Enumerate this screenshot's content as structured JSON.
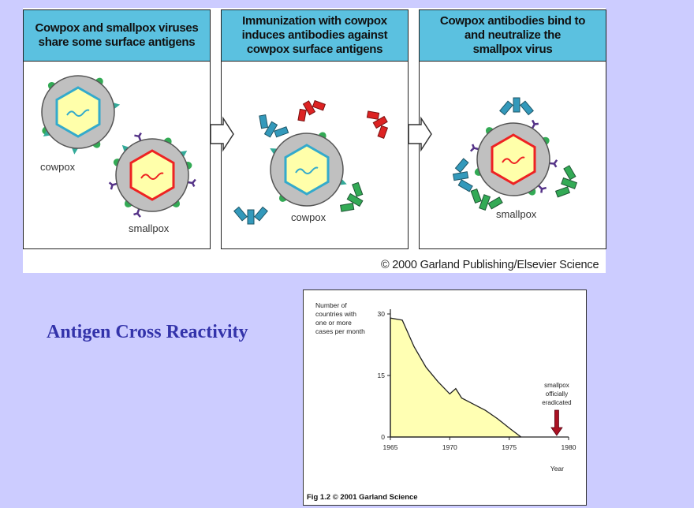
{
  "figure": {
    "panels": [
      {
        "line1": "Cowpox and smallpox viruses",
        "line2": "share some surface antigens",
        "line3": ""
      },
      {
        "line1": "Immunization with cowpox",
        "line2": "induces antibodies against",
        "line3": "cowpox surface antigens"
      },
      {
        "line1": "Cowpox antibodies bind to",
        "line2": "and neutralize the",
        "line3": "smallpox virus"
      }
    ],
    "labels": {
      "cowpox": "cowpox",
      "smallpox": "smallpox"
    },
    "credit": "© 2000 Garland Publishing/Elsevier Science",
    "colors": {
      "header": "#5bc1e0",
      "cowpox_capsid": "#33aacc",
      "smallpox_capsid": "#ee2222",
      "core": "#ffffaa",
      "envelope": "#c0c0c0",
      "antibody_blue": "#3399bb",
      "antibody_red": "#dd2222",
      "antibody_green": "#33aa55"
    }
  },
  "slide_title": "Antigen Cross Reactivity",
  "chart_data": {
    "type": "area",
    "ylabel_lines": [
      "Number of",
      "countries with",
      "one or more",
      "cases per month"
    ],
    "xlabel": "Year",
    "x_ticks": [
      "1965",
      "1970",
      "1975",
      "1980"
    ],
    "y_ticks": [
      "0",
      "15",
      "30"
    ],
    "xlim": [
      1965,
      1980
    ],
    "ylim": [
      0,
      30
    ],
    "x": [
      1965,
      1966,
      1967,
      1968,
      1969,
      1970,
      1970.5,
      1971,
      1972,
      1973,
      1974,
      1975,
      1976
    ],
    "values": [
      29,
      28.5,
      22,
      17,
      13.5,
      10.5,
      11.8,
      9.5,
      8,
      6.5,
      4.5,
      2.2,
      0
    ],
    "annotation_lines": [
      "smallpox",
      "officially",
      "eradicated"
    ],
    "annotation_year": 1979,
    "fill": "#ffffb3",
    "credit": "Fig 1.2 © 2001 Garland Science"
  }
}
